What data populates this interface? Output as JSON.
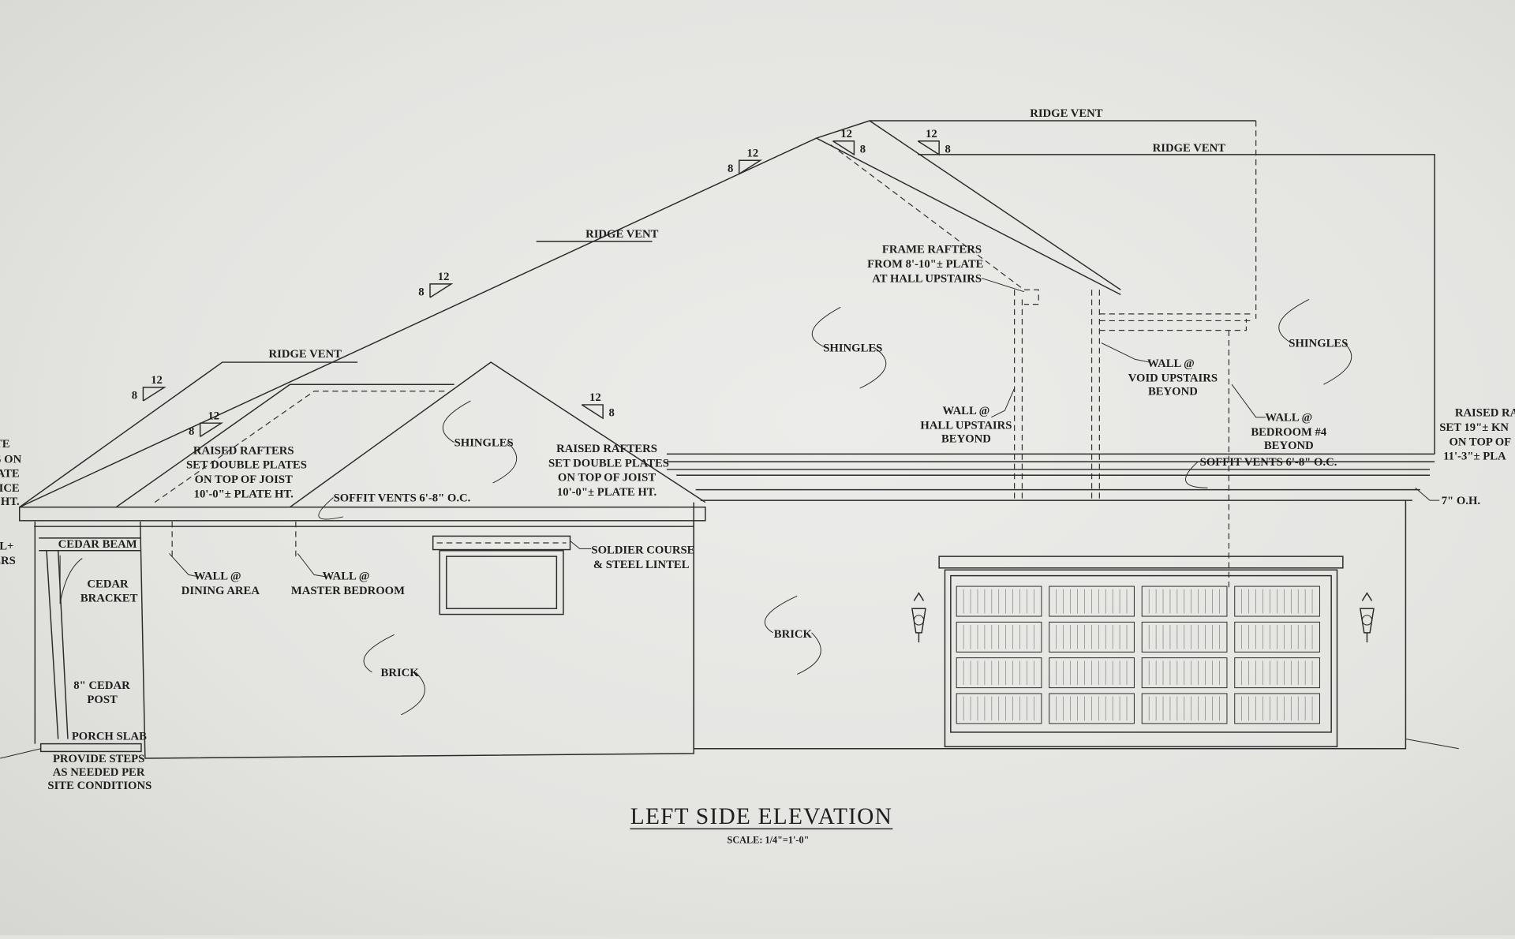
{
  "drawing": {
    "title": "LEFT SIDE ELEVATION",
    "scale": "SCALE: 1/4\"=1'-0\"",
    "pitch": {
      "rise": "8",
      "run": "12"
    },
    "labels": {
      "ridge_vent": "RIDGE VENT",
      "shingles": "SHINGLES",
      "brick": "BRICK",
      "soffit_vents": "SOFFIT VENTS 6'-8\" O.C.",
      "raised_rafters": [
        "RAISED RAFTERS",
        "SET DOUBLE PLATES",
        "ON TOP OF JOIST",
        "10'-0\"± PLATE HT."
      ],
      "frame_rafters": [
        "FRAME RAFTERS",
        "FROM 8'-10\"± PLATE",
        "AT HALL UPSTAIRS"
      ],
      "wall_hall": [
        "WALL @",
        "HALL UPSTAIRS",
        "BEYOND"
      ],
      "wall_void": [
        "WALL @",
        "VOID UPSTAIRS",
        "BEYOND"
      ],
      "wall_bedroom4": [
        "WALL @",
        "BEDROOM #4",
        "BEYOND"
      ],
      "wall_dining": [
        "WALL @",
        "DINING AREA"
      ],
      "wall_master": [
        "WALL @",
        "MASTER BEDROOM"
      ],
      "raised_right": [
        "RAISED RA",
        "SET 19\"± KN",
        "ON TOP OF",
        "11'-3\"± PLA"
      ],
      "overhang": "7\" O.H.",
      "left_cut": [
        "TE",
        "S ON",
        "ATE",
        "ICE",
        "HT."
      ],
      "left_cut2": [
        "L+",
        "ERS"
      ],
      "cedar_beam": "CEDAR BEAM",
      "cedar_bracket": [
        "CEDAR",
        "BRACKET"
      ],
      "cedar_post": [
        "8\" CEDAR",
        "POST"
      ],
      "porch_slab": "PORCH SLAB",
      "provide_steps": [
        "PROVIDE STEPS",
        "AS NEEDED PER",
        "SITE CONDITIONS"
      ],
      "soldier_course": [
        "SOLDIER COURSE",
        "& STEEL LINTEL"
      ]
    }
  }
}
